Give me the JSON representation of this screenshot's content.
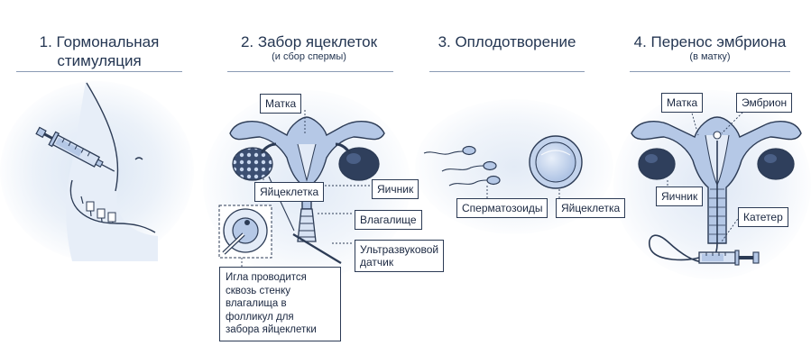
{
  "steps": [
    {
      "title_lines": [
        "1. Гормональная",
        "стимуляция"
      ],
      "subtitle": ""
    },
    {
      "title_lines": [
        "2. Забор яцеклеток"
      ],
      "subtitle": "(и сбор спермы)"
    },
    {
      "title_lines": [
        "3. Оплодотворение"
      ],
      "subtitle": ""
    },
    {
      "title_lines": [
        "4. Перенос эмбриона"
      ],
      "subtitle": "(в матку)"
    }
  ],
  "labels": {
    "uterus_2": "Матка",
    "egg_2": "Яйцеклетка",
    "ovary_2": "Яичник",
    "vagina_2": "Влагалище",
    "probe_line1": "Ультразвуковой",
    "probe_line2": "датчик",
    "sperm_3": "Сперматозоиды",
    "egg_3": "Яйцеклетка",
    "uterus_4": "Матка",
    "embryo_4": "Эмбрион",
    "ovary_4": "Яичник",
    "catheter_4": "Катетер"
  },
  "needle_note": [
    "Игла проводится",
    "сквозь стенку",
    "влагалища в",
    "фолликул для",
    "забора яйцеклетки"
  ],
  "colors": {
    "outline": "#2c3b55",
    "organ_fill": "#b5c8e6",
    "ovary_fill": "#2f3f5c",
    "glow": "#dbe6f4"
  }
}
